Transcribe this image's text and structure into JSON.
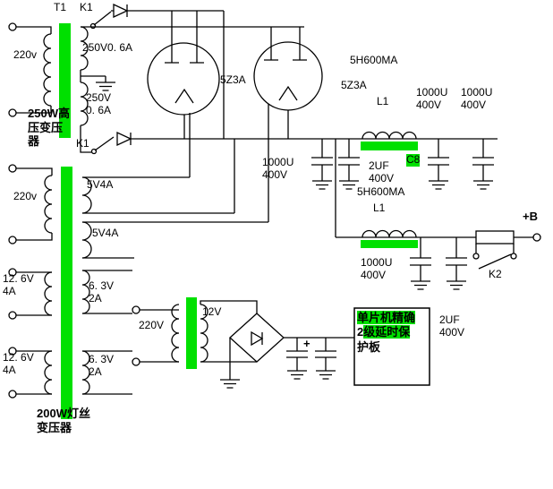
{
  "colors": {
    "transformer_core_green": "#00e000",
    "label_highlight_green": "#00e000",
    "wire": "#000000",
    "background": "#ffffff"
  },
  "schematic": {
    "hv_transformer": {
      "designator": "T1",
      "primary": "220v",
      "secondary_top": "250V0. 6A",
      "secondary_bottom": "250V\n0. 6A",
      "name": "250W高\n压变压\n器"
    },
    "switches": {
      "k1_top": "K1",
      "k1_mid": "K1",
      "k2": "K2"
    },
    "rectifier_tubes": {
      "tube1": "5Z3A",
      "tube2": "5Z3A"
    },
    "chokes": {
      "choke1_name": "L1",
      "choke1_rating": "5H600MA",
      "choke2_name": "L1",
      "choke2_rating": "5H600MA"
    },
    "capacitors": {
      "cap_a": "1000U\n400V",
      "cap_b": "2UF\n400V",
      "c8": "C8",
      "cap_c": "1000U\n400V",
      "cap_d": "1000U\n400V",
      "cap_e": "1000U\n400V",
      "cap_f": "2UF\n400V"
    },
    "output": {
      "plus_b": "+B"
    },
    "filament_transformer": {
      "primary": "220v",
      "w5v_1": "5V4A",
      "w5v_2": "5V4A",
      "w12v_1": "12. 6V\n4A",
      "w6v_1": "6. 3V\n2A",
      "w12v_2": "12. 6V\n4A",
      "w6v_2": "6. 3V\n2A",
      "name": "200W灯丝\n变压器"
    },
    "aux_transformer": {
      "primary": "220V",
      "secondary": "12V",
      "plus_sign": "+"
    },
    "protection_board": {
      "line1": "单片机精确",
      "line2_prefix": "2",
      "line2": "级延时保",
      "line3": "护板"
    }
  }
}
